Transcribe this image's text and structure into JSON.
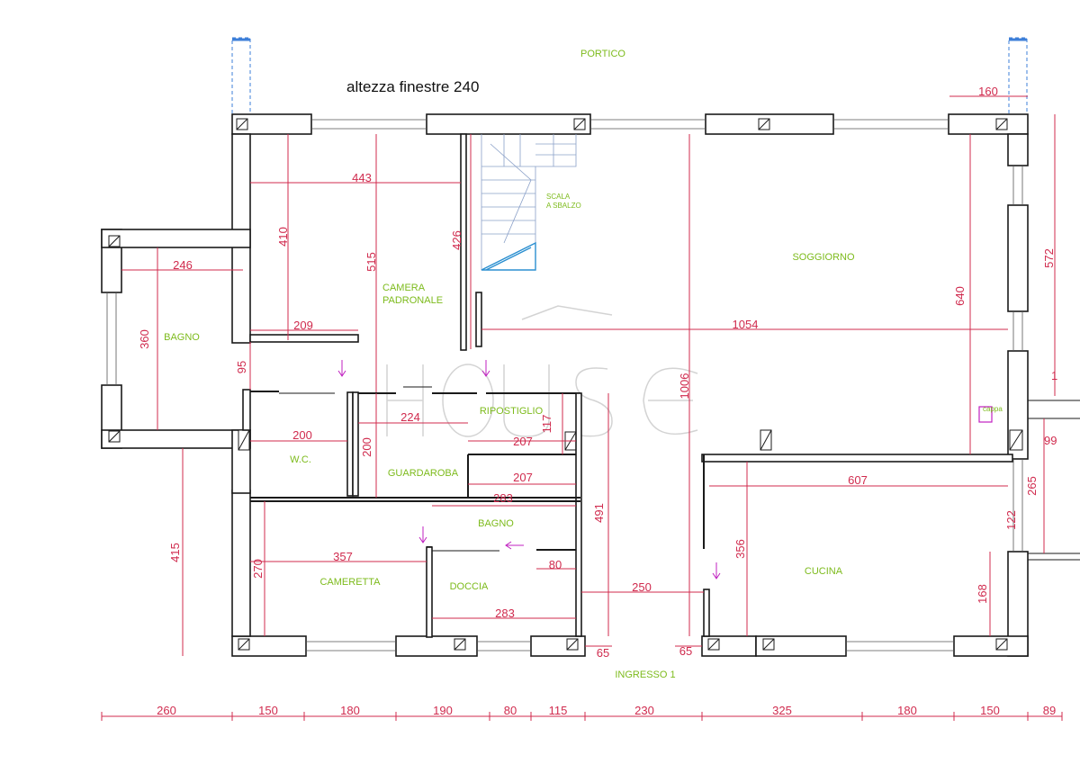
{
  "rooms": {
    "portico": "PORTICO",
    "scala": [
      "SCALA",
      "A SBALZO"
    ],
    "camera": [
      "CAMERA",
      "PADRONALE"
    ],
    "soggiorno": "SOGGIORNO",
    "bagno1": "BAGNO",
    "ripostiglio": "RIPOSTIGLIO",
    "wc": "W.C.",
    "guardaroba": "GUARDAROBA",
    "bagno2": "BAGNO",
    "cameretta": "CAMERETTA",
    "doccia": "DOCCIA",
    "cucina": "CUCINA",
    "ingresso": "INGRESSO 1",
    "small_label": "cappa"
  },
  "note": "altezza finestre 240",
  "dimensions": {
    "d160": "160",
    "d443": "443",
    "d410": "410",
    "d515": "515",
    "d426": "426",
    "d246": "246",
    "d360": "360",
    "d209": "209",
    "d95": "95",
    "d1054": "1054",
    "d640": "640",
    "d572": "572",
    "d1006": "1006",
    "d224": "224",
    "d200a": "200",
    "d200b": "200",
    "d207a": "207",
    "d117": "117",
    "d207b": "207",
    "d283a": "283",
    "d491": "491",
    "d415": "415",
    "d357": "357",
    "d270": "270",
    "d80": "80",
    "d250": "250",
    "d283b": "283",
    "d65a": "65",
    "d65b": "65",
    "d607": "607",
    "d356": "356",
    "d168": "168",
    "d265": "265",
    "d122": "122",
    "d99": "99",
    "d1r": "1"
  },
  "bottom_dims": [
    "260",
    "150",
    "180",
    "190",
    "80",
    "115",
    "230",
    "325",
    "180",
    "150",
    "89"
  ]
}
